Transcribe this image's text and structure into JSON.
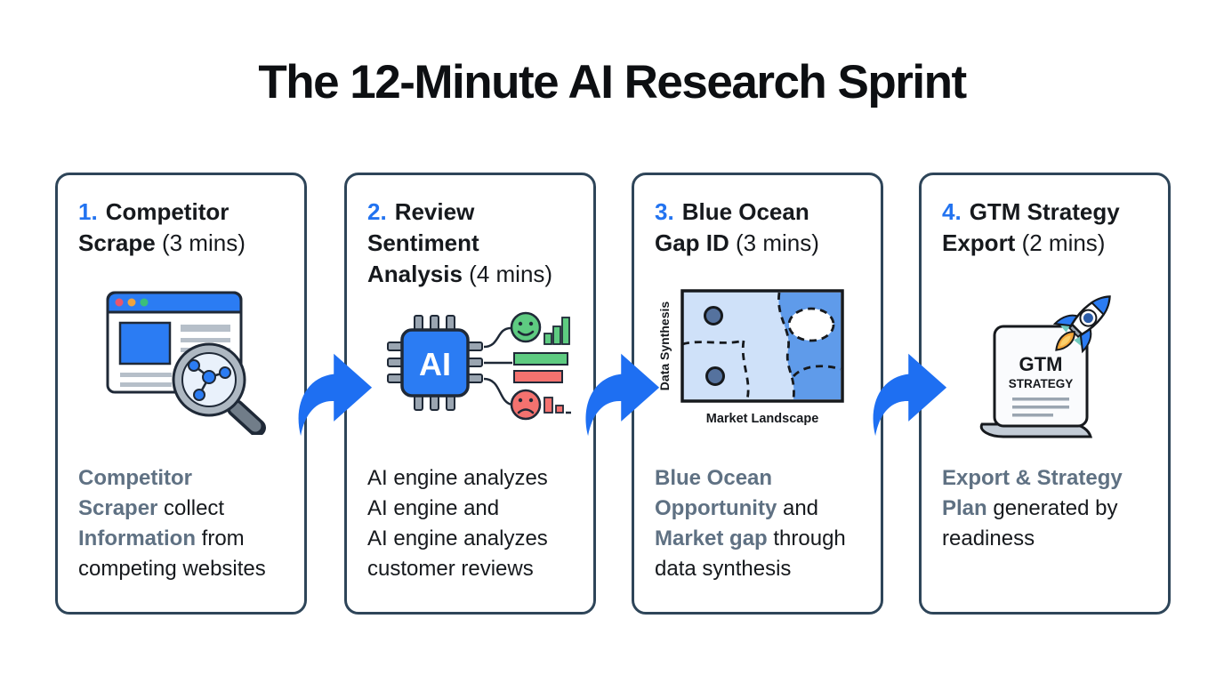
{
  "title": "The 12-Minute AI Research Sprint",
  "colors": {
    "accent_blue": "#2273f0",
    "arrow_blue": "#1e6ff2",
    "card_border": "#2e4559",
    "keyword_slate": "#5f7183",
    "chip_blue": "#2b7cf3",
    "positive_green": "#5ecb81",
    "negative_red": "#f4726f",
    "map_light_blue": "#cfe1f9",
    "map_dark_blue": "#5f9bea"
  },
  "steps": [
    {
      "num": "1.",
      "bold": "Competitor\nScrape",
      "suffix": " (3 mins)",
      "icon": "browser-search-icon",
      "desc": [
        {
          "t": "Competitor\nScraper",
          "em": true
        },
        {
          "t": " collect\n",
          "em": false
        },
        {
          "t": "Information",
          "em": true
        },
        {
          "t": " from\ncompeting websites",
          "em": false
        }
      ]
    },
    {
      "num": "2.",
      "bold": "Review\nSentiment\nAnalysis",
      "suffix": " (4 mins)",
      "icon": "ai-sentiment-icon",
      "icon_labels": {
        "chip": "AI"
      },
      "desc": [
        {
          "t": "AI engine analyzes\nAI engine and\nAI engine analyzes\ncustomer reviews",
          "em": false
        }
      ]
    },
    {
      "num": "3.",
      "bold": "Blue Ocean\nGap ID",
      "suffix": " (3 mins)",
      "icon": "market-map-icon",
      "icon_labels": {
        "y_axis": "Data Synthesis",
        "x_axis": "Market Landscape"
      },
      "desc": [
        {
          "t": "Blue Ocean\nOpportunity",
          "em": true
        },
        {
          "t": " and\n",
          "em": false
        },
        {
          "t": "Market gap",
          "em": true
        },
        {
          "t": " through\ndata synthesis",
          "em": false
        }
      ]
    },
    {
      "num": "4.",
      "bold": "GTM Strategy\nExport",
      "suffix": " (2 mins)",
      "icon": "gtm-rocket-icon",
      "icon_labels": {
        "doc_line1": "GTM",
        "doc_line2": "STRATEGY"
      },
      "desc": [
        {
          "t": "Export & Strategy\nPlan",
          "em": true
        },
        {
          "t": " generated by\nreadiness",
          "em": false
        }
      ]
    }
  ]
}
